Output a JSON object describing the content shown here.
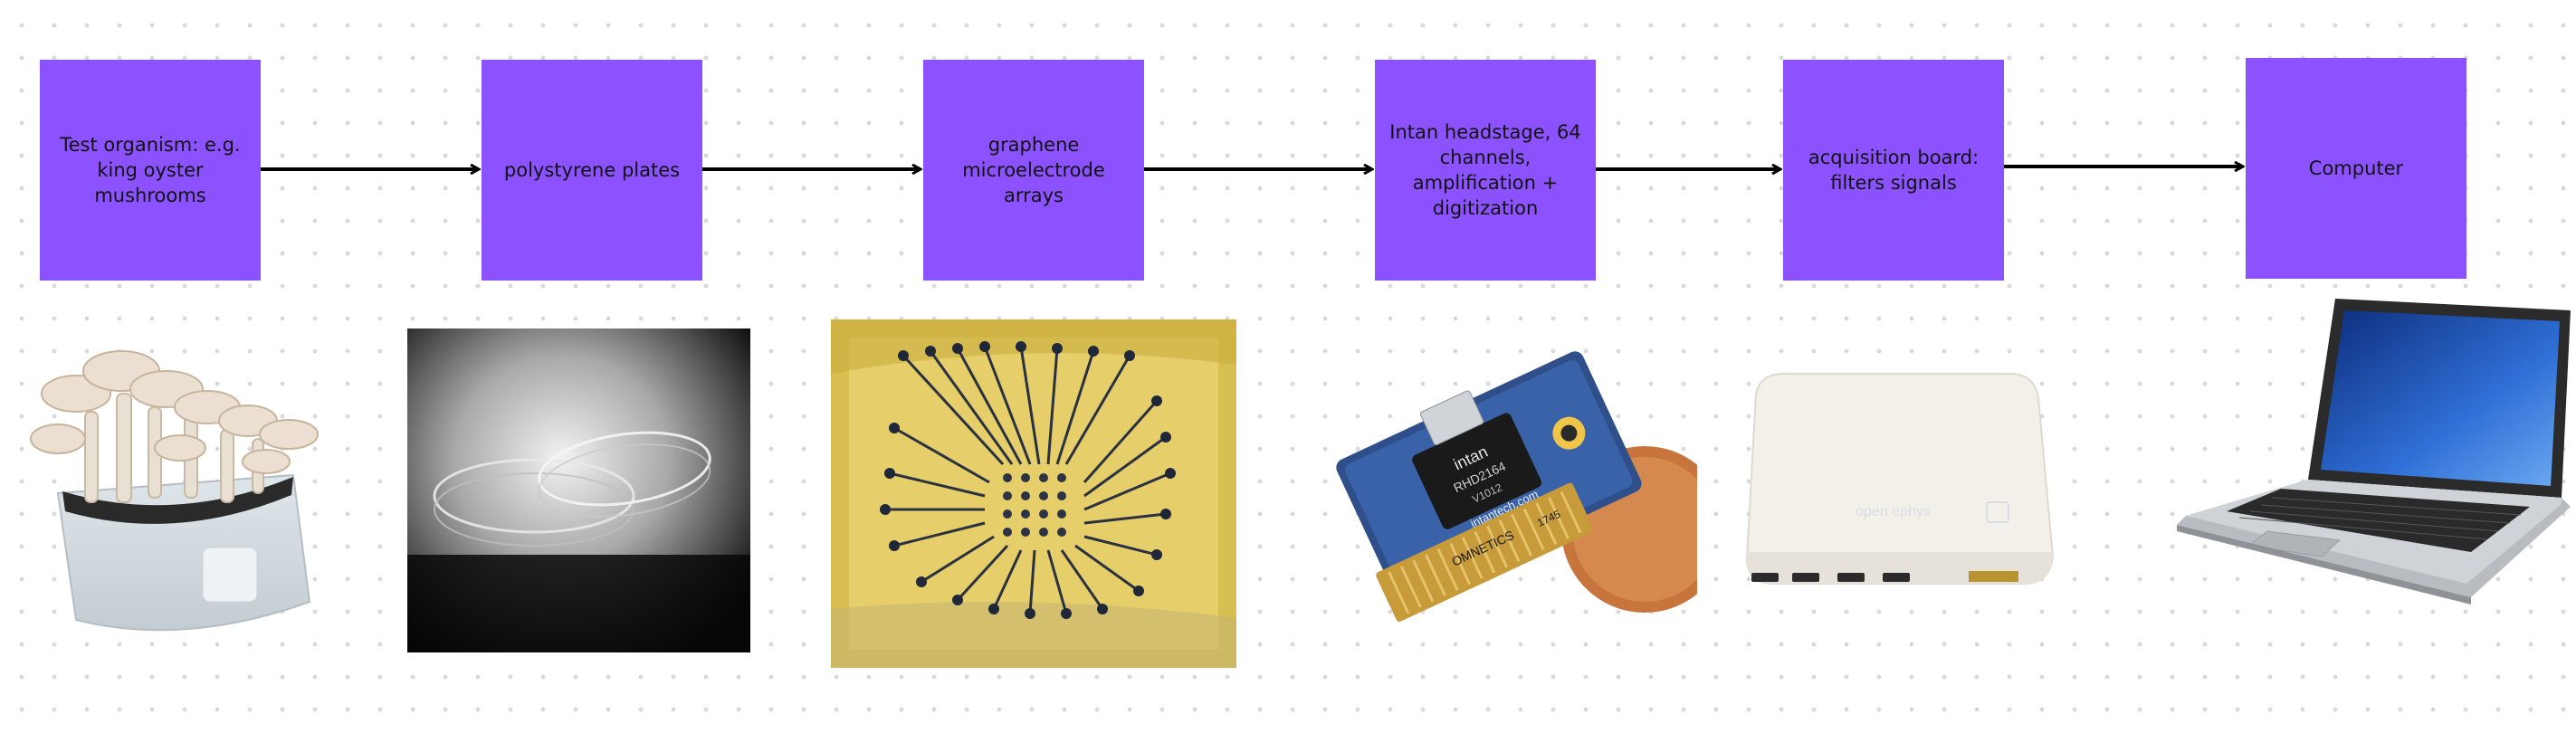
{
  "flow": {
    "steps": [
      {
        "label": "Test organism: e.g. king oyster mushrooms"
      },
      {
        "label": "polystyrene plates"
      },
      {
        "label": "graphene microelectrode arrays"
      },
      {
        "label": "Intan headstage, 64 channels, amplification + digitization"
      },
      {
        "label": "acquisition board: filters signals"
      },
      {
        "label": "Computer"
      }
    ]
  },
  "photos": {
    "headstage_markings": [
      "intantech.com",
      "RHD2164",
      "intan",
      "OMNETICS",
      "1745",
      "V1012"
    ],
    "board_marking": "open ephys"
  },
  "colors": {
    "box_fill": "#8c52ff",
    "arrow": "#000000",
    "canvas": "#ffffff",
    "dots": "#d9d9d9"
  }
}
